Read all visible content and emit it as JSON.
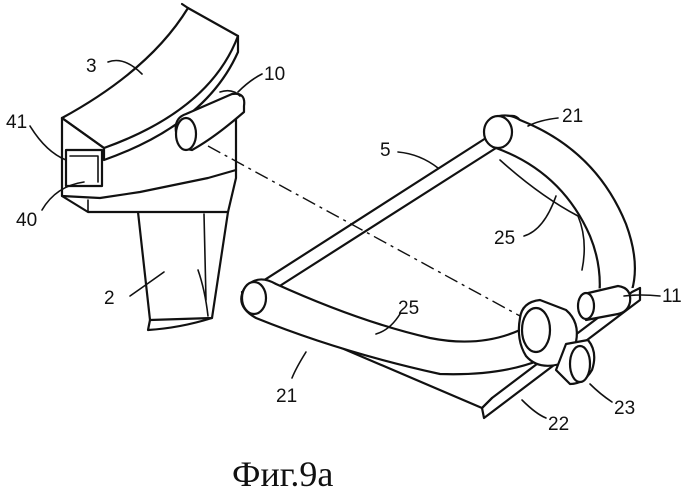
{
  "figure": {
    "caption": "Фиг.9а",
    "labels": {
      "l3": "3",
      "l10": "10",
      "l41": "41",
      "l40": "40",
      "l2": "2",
      "l5": "5",
      "l21_top": "21",
      "l25_upper": "25",
      "l25_lower": "25",
      "l11": "11",
      "l21_bottom": "21",
      "l22": "22",
      "l23": "23"
    }
  }
}
